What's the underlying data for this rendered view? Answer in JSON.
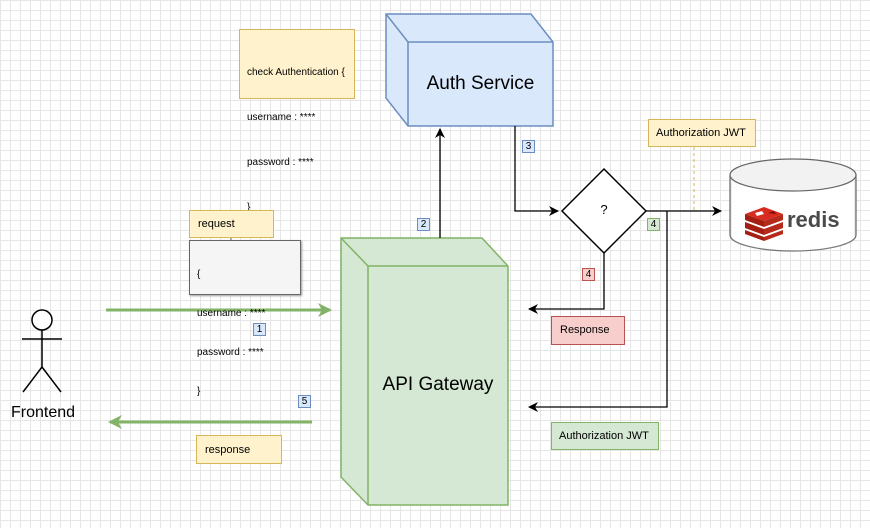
{
  "auth_service": {
    "label": "Auth Service"
  },
  "api_gateway": {
    "label": "API Gateway"
  },
  "actor": {
    "label": "Frontend"
  },
  "decision": {
    "label": "?"
  },
  "redis": {
    "label": "redis"
  },
  "auth_note": {
    "lines": [
      "check Authentication {",
      "username : ****",
      "password : ****",
      "}"
    ]
  },
  "request_note": {
    "title": "request",
    "body_lines": [
      "{",
      "username : ****",
      "password : ****",
      "}"
    ]
  },
  "response_note": {
    "label": "response"
  },
  "response_red": {
    "label": "Response"
  },
  "jwt_green": {
    "label": "Authorization JWT"
  },
  "jwt_yellow": {
    "label": "Authorization JWT"
  },
  "steps": {
    "s1": "1",
    "s2": "2",
    "s3": "3",
    "s4_red": "4",
    "s4_green": "4",
    "s5": "5"
  },
  "colors": {
    "blue_fill": "#dae8fc",
    "blue_stroke": "#6c8ebf",
    "green_fill": "#d5e8d4",
    "green_stroke": "#82b366",
    "arrow_green": "#82b366",
    "redis_red": "#d82c20"
  }
}
